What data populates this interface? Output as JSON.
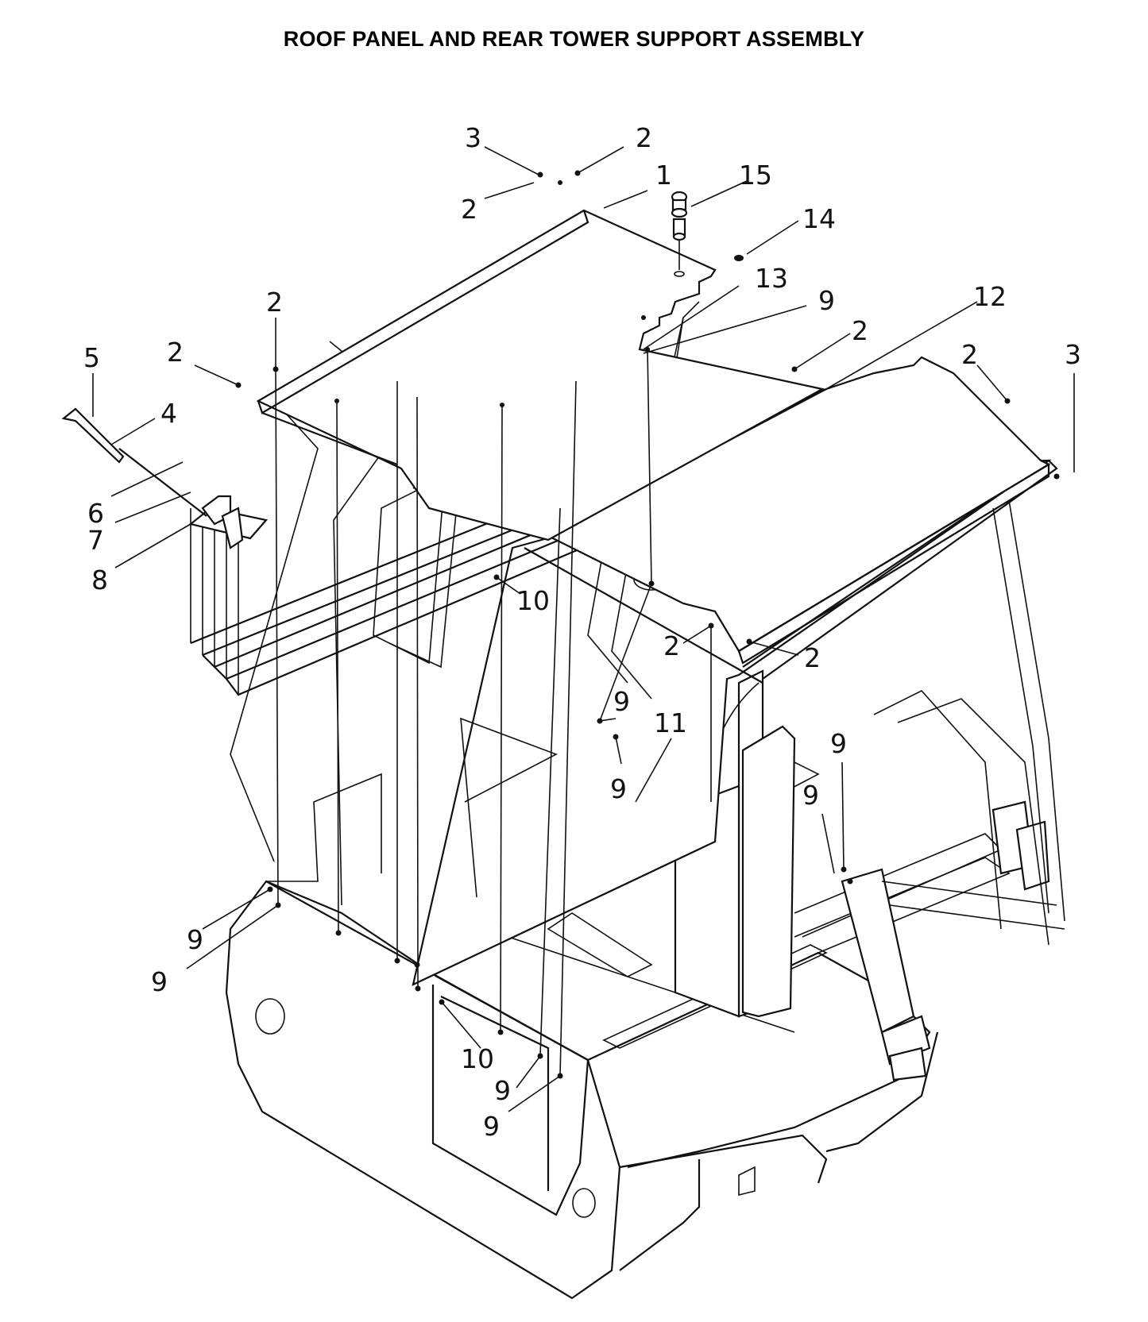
{
  "title": "ROOF PANEL AND REAR TOWER SUPPORT  ASSEMBLY",
  "callout_numbers": [
    "1",
    "2",
    "3",
    "4",
    "5",
    "6",
    "7",
    "8",
    "9",
    "10",
    "11",
    "12",
    "13",
    "14",
    "15"
  ],
  "colors": {
    "ink": "#111111",
    "paper": "#ffffff"
  }
}
